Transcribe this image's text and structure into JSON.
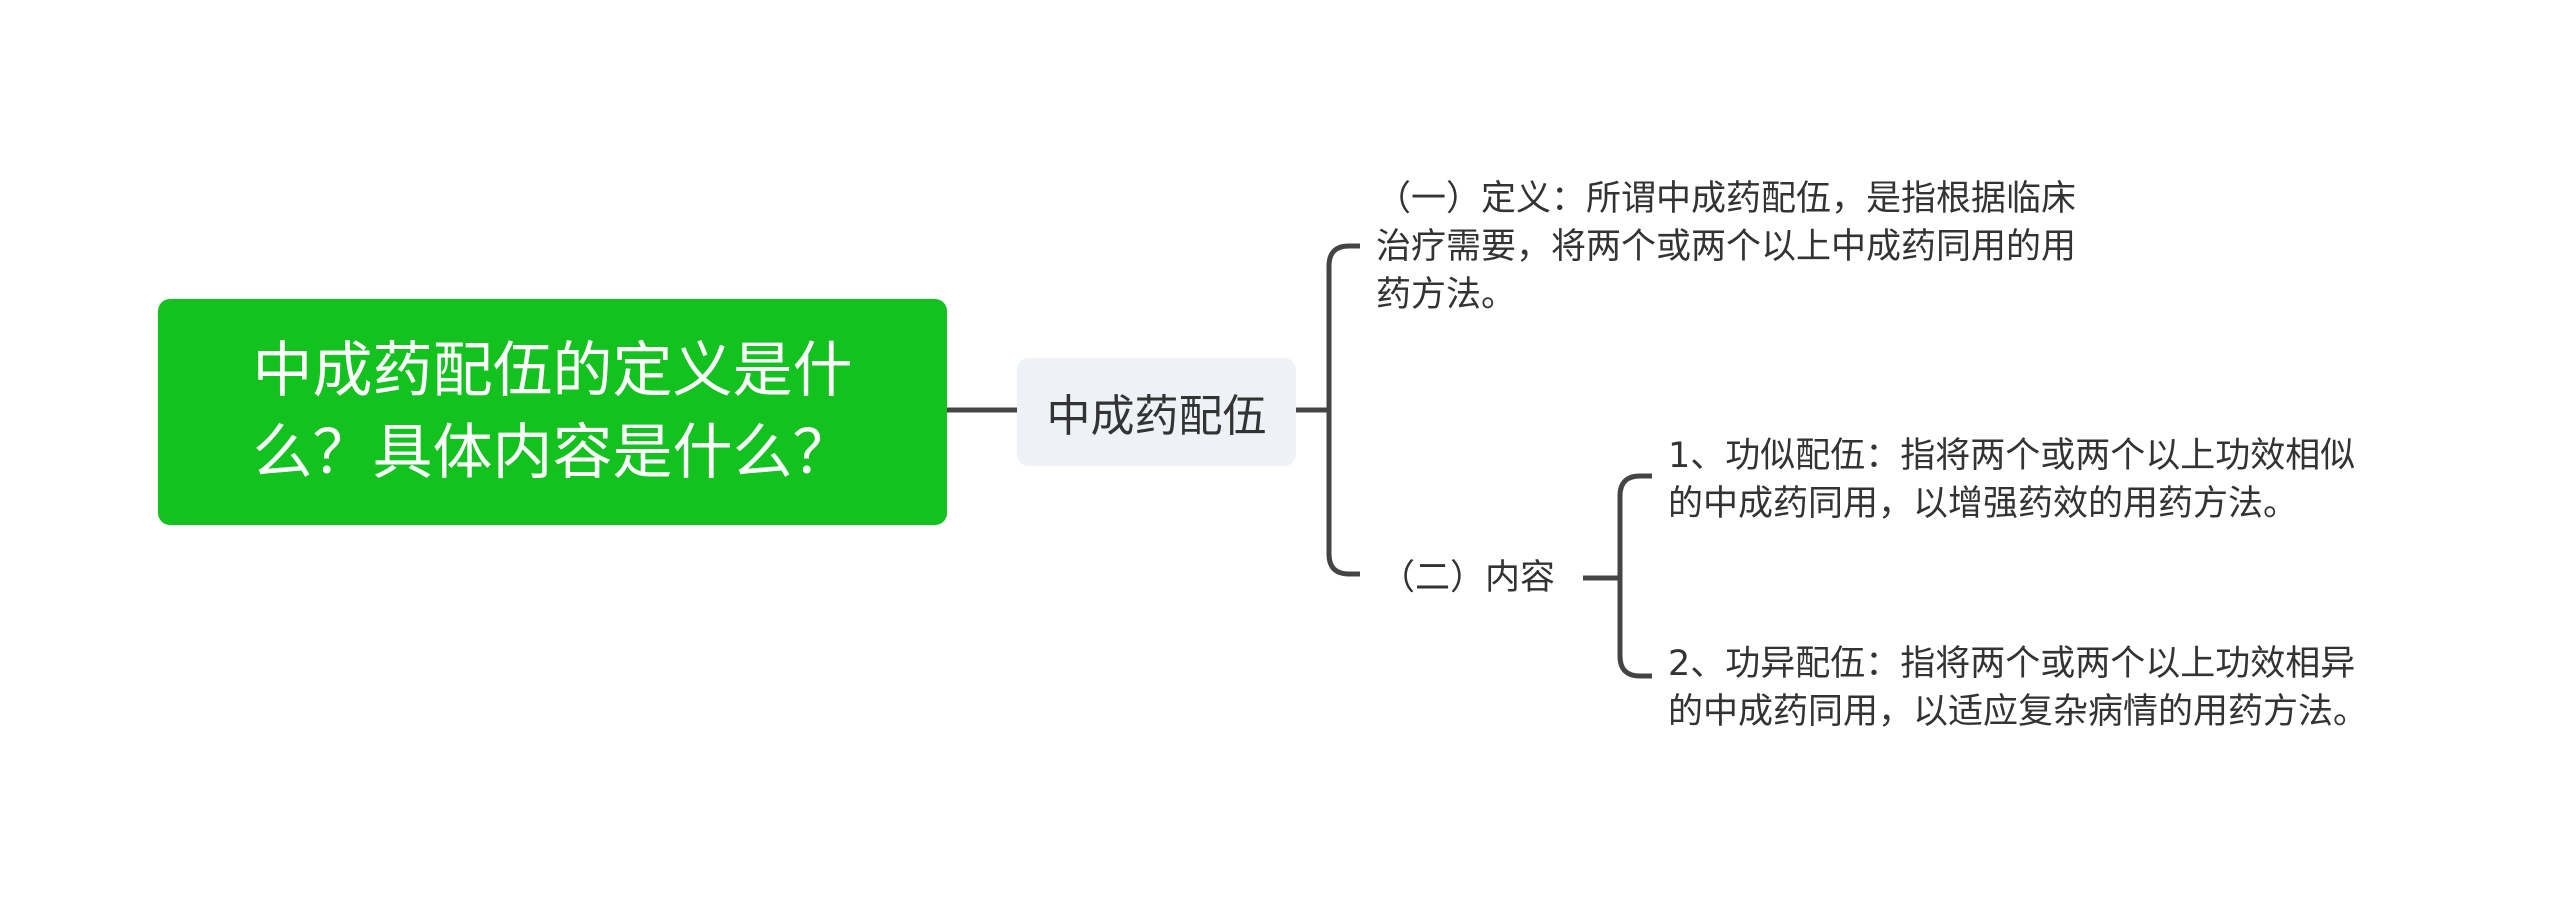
{
  "root": {
    "title": "中成药配伍的定义是什么？具体内容是什么？"
  },
  "main": {
    "label": "中成药配伍"
  },
  "definition": {
    "lines": [
      "（一）定义：所谓中成药配伍，是指根据临床",
      "治疗需要，将两个或两个以上中成药同用的用",
      "药方法。"
    ]
  },
  "content": {
    "label": "（二）内容",
    "items": [
      {
        "lines": [
          "1、功似配伍：指将两个或两个以上功效相似",
          "的中成药同用，以增强药效的用药方法。"
        ]
      },
      {
        "lines": [
          "2、功异配伍：指将两个或两个以上功效相异",
          "的中成药同用，以适应复杂病情的用药方法。"
        ]
      }
    ]
  },
  "colors": {
    "root_bg": "#13C11F",
    "node_bg": "#EEF1F5",
    "connector": "#444444"
  }
}
